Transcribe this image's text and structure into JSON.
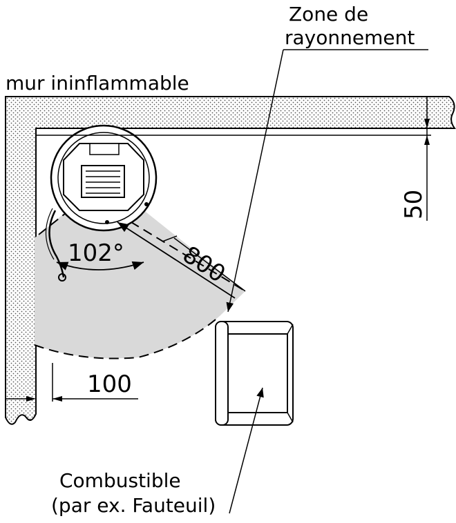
{
  "labels": {
    "zone_line1": "Zone de",
    "zone_line2": "rayonnement",
    "wall": "mur ininflammable",
    "distance_wall_top": "50",
    "angle": "102°",
    "radius": "800",
    "distance_wall_left": "100",
    "combustible_line1": "Combustible",
    "combustible_line2": "(par ex. Fauteuil)"
  },
  "colors": {
    "radiation_zone": "#d9d9d9",
    "wall_hatch_dot": "#555555",
    "line": "#000000"
  },
  "icons": {
    "stove": "stove-icon",
    "armchair": "armchair-icon"
  }
}
